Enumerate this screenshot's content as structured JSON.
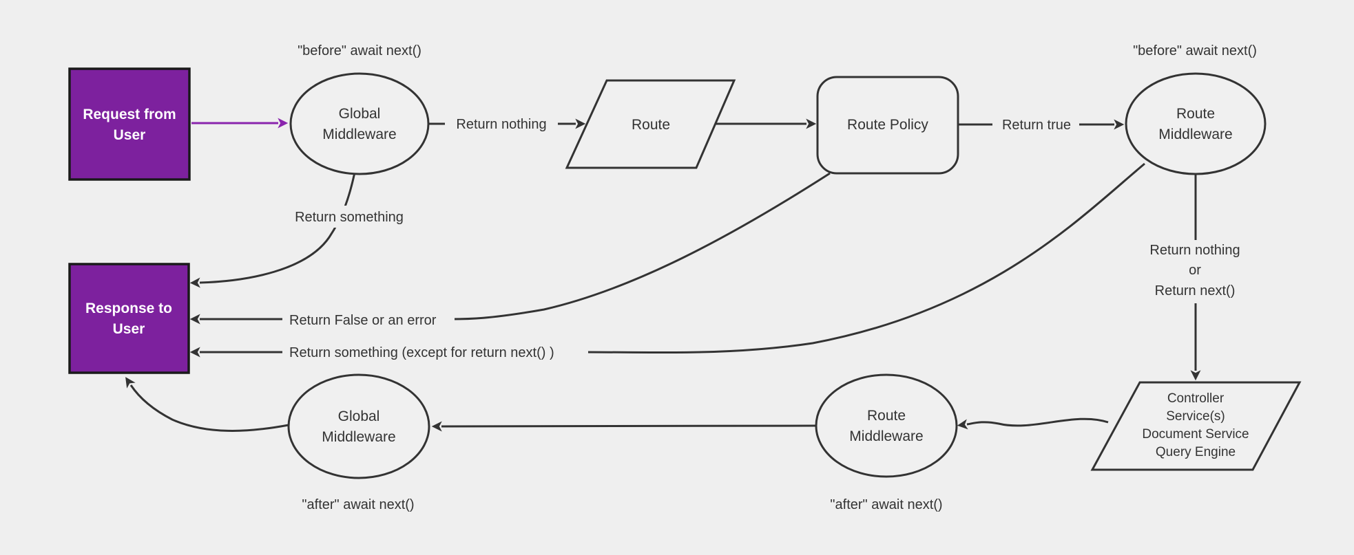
{
  "diagram": {
    "title_visible": false,
    "colors": {
      "background": "#efefef",
      "shape_fill": "#f0f0f0",
      "stroke": "#333333",
      "purple_box": "#7d219e",
      "purple_arrow": "#8a24ad",
      "box_text": "#ffffff",
      "text": "#333333"
    },
    "nodes": {
      "request": {
        "lines": [
          "Request from",
          "User"
        ]
      },
      "global_mw_top": {
        "lines": [
          "Global",
          "Middleware"
        ]
      },
      "route": {
        "label": "Route"
      },
      "route_policy": {
        "label": "Route Policy"
      },
      "route_mw_top": {
        "lines": [
          "Route",
          "Middleware"
        ]
      },
      "controller": {
        "lines": [
          "Controller",
          "Service(s)",
          "Document Service",
          "Query Engine"
        ]
      },
      "response": {
        "lines": [
          "Response to",
          "User"
        ]
      },
      "route_mw_bottom": {
        "lines": [
          "Route",
          "Middleware"
        ]
      },
      "global_mw_bottom": {
        "lines": [
          "Global",
          "Middleware"
        ]
      }
    },
    "edge_labels": {
      "before_left": "\"before\" await next()",
      "before_right": "\"before\" await next()",
      "after_left": "\"after\" await next()",
      "after_right": "\"after\" await next()",
      "return_nothing": "Return nothing",
      "return_true": "Return true",
      "return_something": "Return something",
      "return_false": "Return False or an error",
      "return_something_except": "Return something (except for return next() )",
      "return_nothing_or": [
        "Return nothing",
        "or",
        "Return next()"
      ]
    }
  }
}
